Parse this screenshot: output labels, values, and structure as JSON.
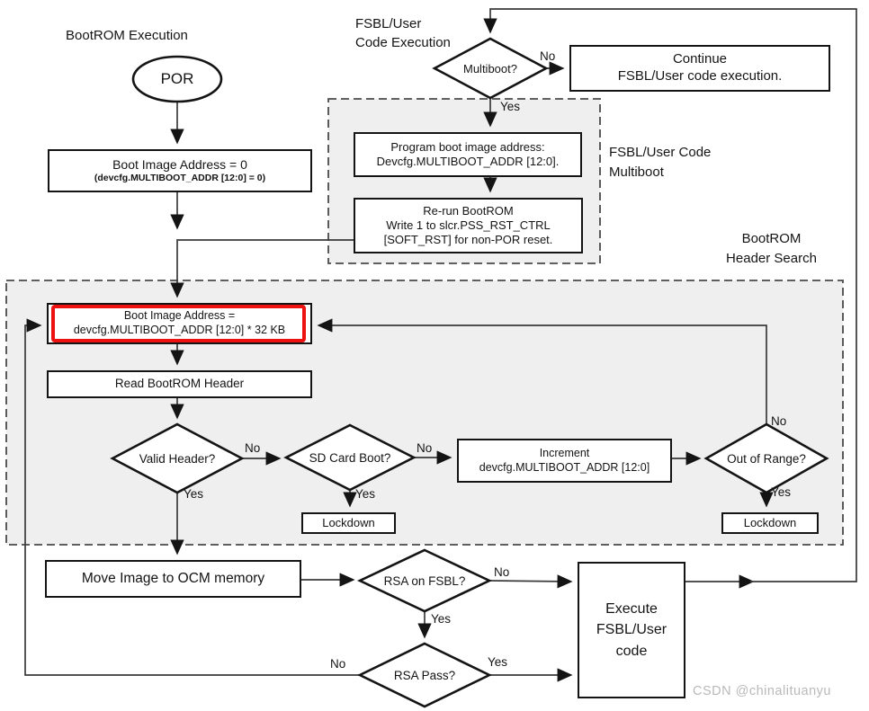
{
  "titles": {
    "left": "BootROM Execution",
    "right": "FSBL/User\nCode Execution"
  },
  "labels": {
    "yes": "Yes",
    "no": "No"
  },
  "regions": {
    "multiboot_label": "FSBL/User Code\nMultiboot",
    "header_search_label": "BootROM\nHeader Search"
  },
  "nodes": {
    "por": "POR",
    "boot_addr_zero": {
      "line1": "Boot Image Address = 0",
      "line2": "(devcfg.MULTIBOOT_ADDR [12:0] = 0)"
    },
    "multiboot": "Multiboot?",
    "continue_exec": "Continue\nFSBL/User code execution.",
    "program": "Program boot image address:\nDevcfg.MULTIBOOT_ADDR [12:0].",
    "rerun": "Re-run BootROM\nWrite 1 to slcr.PSS_RST_CTRL\n[SOFT_RST] for non-POR reset.",
    "boot_addr_mult": "Boot Image Address =\ndevcfg.MULTIBOOT_ADDR [12:0] * 32 KB",
    "read_header": "Read BootROM Header",
    "valid_header": "Valid Header?",
    "sd_card": "SD Card Boot?",
    "increment": "Increment\ndevcfg.MULTIBOOT_ADDR [12:0]",
    "out_of_range": "Out of Range?",
    "lockdown_sd": "Lockdown",
    "lockdown_range": "Lockdown",
    "move_ocm": "Move Image to OCM memory",
    "rsa_on_fsbl": "RSA on FSBL?",
    "rsa_pass": "RSA Pass?",
    "execute": "Execute\nFSBL/User\ncode"
  },
  "colors": {
    "highlight_red": "#ee1111",
    "region_fill": "#efefef",
    "line": "#3a3a3a",
    "watermark_gray": "#b9b9b9"
  },
  "watermark": "CSDN @chinalituanyu"
}
